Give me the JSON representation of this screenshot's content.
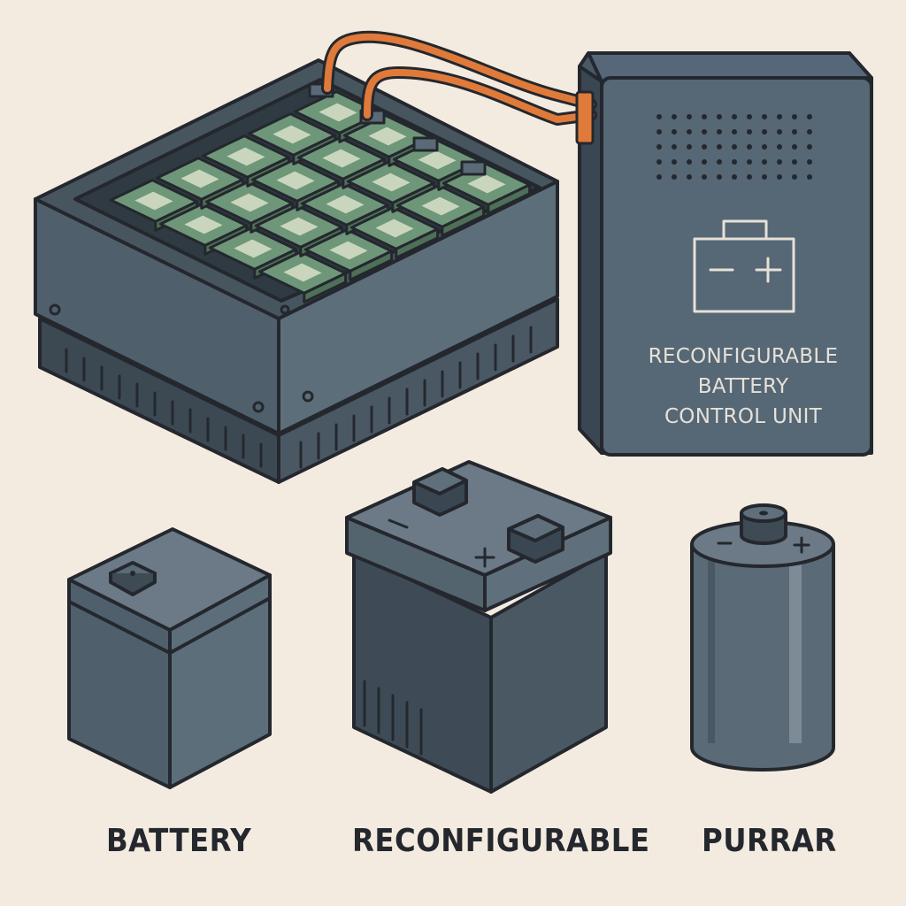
{
  "control_unit": {
    "label_lines": [
      "RECONFIGURABLE",
      "BATTERY",
      "CONTROL UNIT"
    ],
    "battery_icon": "battery-symbol-icon"
  },
  "captions": {
    "battery": "BATTERY",
    "reconfigurable": "RECONFIGURABLE",
    "purrar": "PURRAR"
  },
  "colors": {
    "background": "#f4ebe0",
    "housing": "#556673",
    "cell_green": "#6e9679",
    "cable_orange": "#e07a3a",
    "outline": "#24282e"
  }
}
